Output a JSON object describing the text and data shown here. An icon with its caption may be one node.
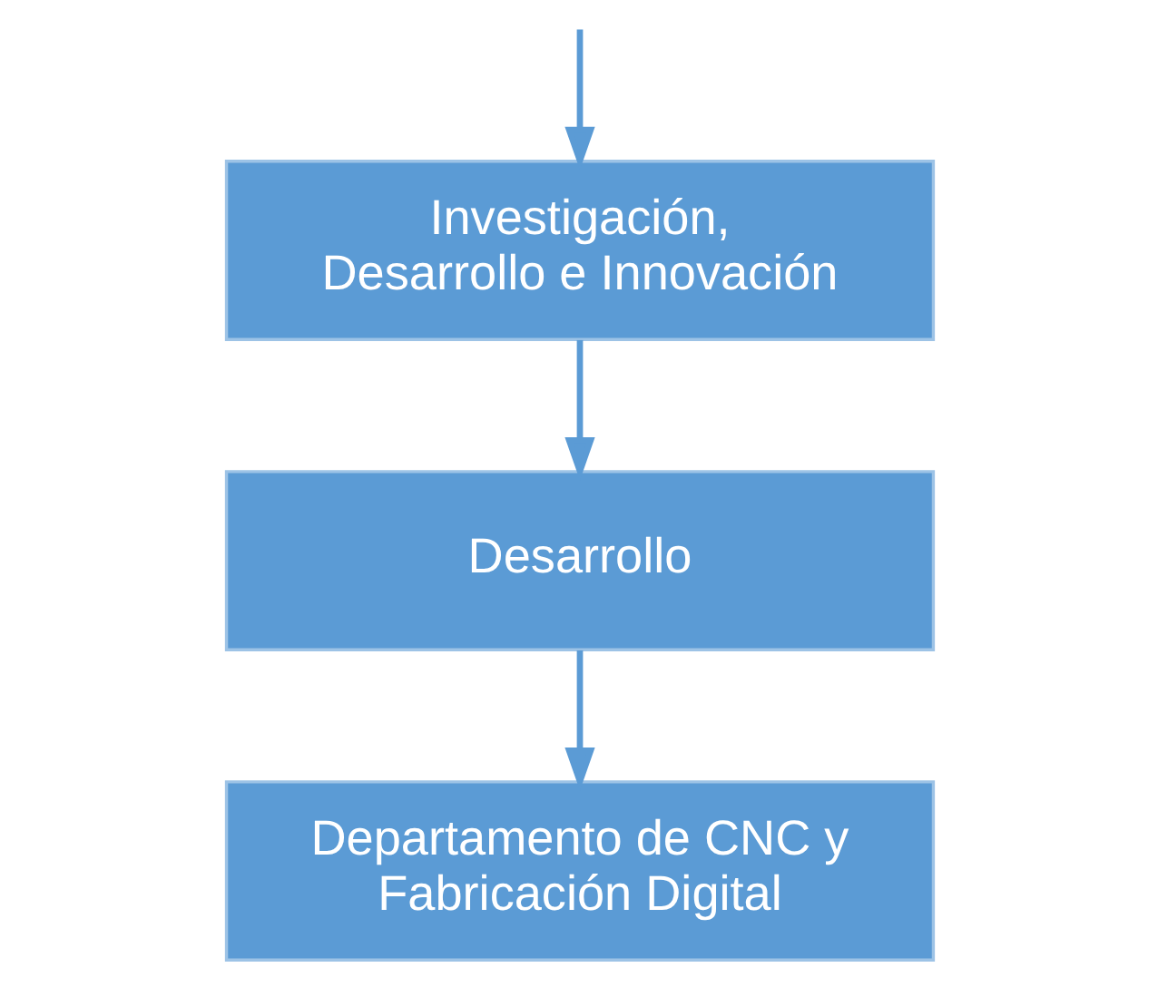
{
  "diagram": {
    "nodes": [
      {
        "text": [
          "Investigación, Desarrollo e Innovación"
        ]
      },
      {
        "text": [
          "Desarrollo"
        ]
      },
      {
        "text": [
          "Departamento de CNC y Fabricación Digital"
        ]
      }
    ],
    "edges": [
      {
        "from": null,
        "to": 0,
        "arrow": "to"
      },
      {
        "from": 0,
        "to": 1,
        "arrow": "to"
      },
      {
        "from": 1,
        "to": 2,
        "arrow": "to"
      }
    ]
  }
}
